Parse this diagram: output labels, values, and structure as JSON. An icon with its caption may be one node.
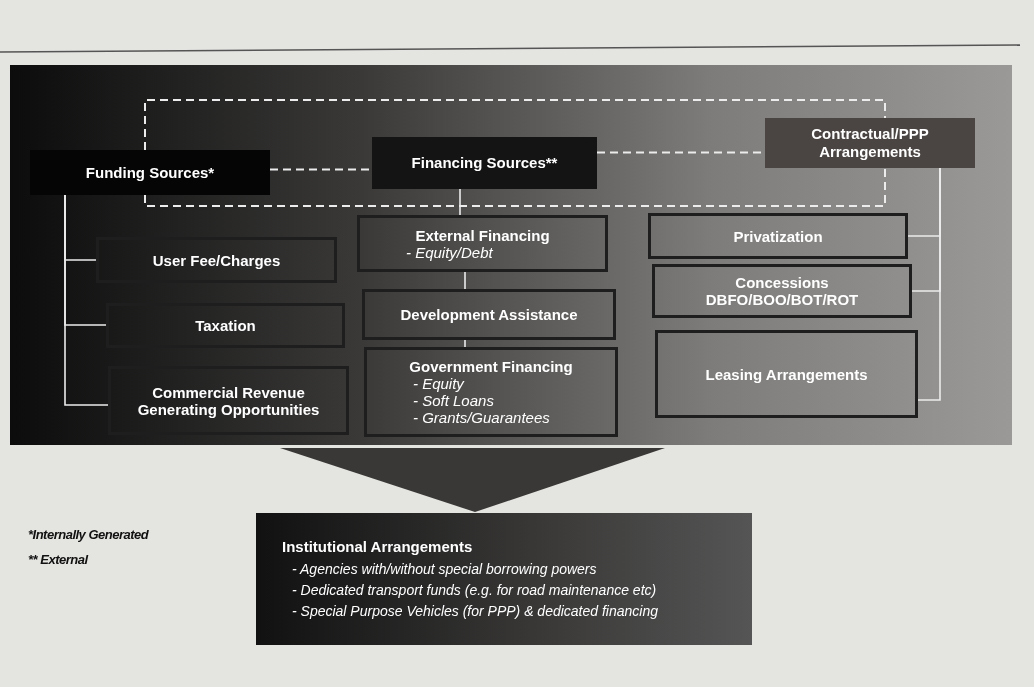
{
  "diagram": {
    "nodes": [
      {
        "text": [],
        "shape": "box"
      },
      {
        "text": [
          "Funding Sources*"
        ],
        "in": 0
      },
      {
        "text": [
          "Financing Sources**"
        ],
        "in": 0
      },
      {
        "text": [
          "Contractual/PPP Arrangements"
        ],
        "in": 0
      },
      {
        "text": [
          "User Fee/Charges"
        ],
        "in": 0
      },
      {
        "text": [
          "Taxation"
        ],
        "in": 0
      },
      {
        "text": [
          "Commercial Revenue Generating Opportunities"
        ],
        "in": 0
      },
      {
        "text": [
          "External Financing",
          "- Equity/Debt"
        ],
        "in": 0
      },
      {
        "text": [
          "Development Assistance"
        ],
        "in": 0
      },
      {
        "text": [
          "Government Financing",
          "- Equity",
          "- Soft Loans",
          "- Grants/Guarantees"
        ],
        "in": 0
      },
      {
        "text": [
          "Privatization"
        ],
        "in": 0
      },
      {
        "text": [
          "Concessions",
          "DBFO/BOO/BOT/ROT"
        ],
        "in": 0
      },
      {
        "text": [
          "Leasing Arrangements"
        ],
        "in": 0
      },
      {
        "text": [
          "Institutional Arrangements",
          "- Agencies with/without special borrowing powers",
          "- Dedicated transport funds (e.g. for road maintenance etc)",
          "- Special Purpose Vehicles (for PPP) & dedicated financing"
        ]
      }
    ],
    "edges": [
      {
        "from": 1,
        "to": 2,
        "arrow": "none",
        "style": "dashed"
      },
      {
        "from": 2,
        "to": 3,
        "arrow": "none",
        "style": "dashed"
      },
      {
        "from": 1,
        "to": 3,
        "arrow": "none",
        "style": "dashed"
      },
      {
        "from": 1,
        "to": 3,
        "arrow": "none",
        "style": "dashed"
      },
      {
        "from": 1,
        "to": 4,
        "arrow": "none"
      },
      {
        "from": 1,
        "to": 5,
        "arrow": "none"
      },
      {
        "from": 1,
        "to": 6,
        "arrow": "none"
      },
      {
        "from": 3,
        "to": 10,
        "arrow": "none"
      },
      {
        "from": 3,
        "to": 11,
        "arrow": "none"
      },
      {
        "from": 3,
        "to": 12,
        "arrow": "none"
      },
      {
        "from": 2,
        "to": 7,
        "arrow": "none"
      },
      {
        "from": 7,
        "to": 8,
        "arrow": "none"
      },
      {
        "from": 8,
        "to": 9,
        "arrow": "none"
      },
      {
        "from": 0,
        "to": 13,
        "arrow": "to",
        "style": "thick",
        "color": "#3a3836"
      }
    ],
    "labels": [
      "*Internally Generated",
      "** External"
    ]
  }
}
